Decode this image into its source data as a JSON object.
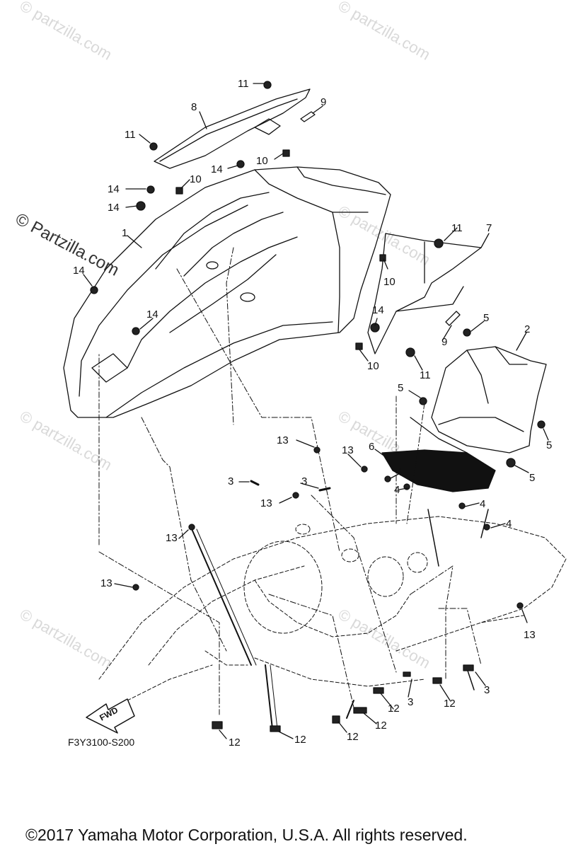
{
  "diagram": {
    "figure_code": "F3Y3100-S200",
    "copyright": "©2017  Yamaha Motor Corporation, U.S.A. All rights reserved.",
    "brand_mark": "© Partzilla.com",
    "watermark_text": "© partzilla.com",
    "fwd_label": "FWD",
    "callouts": [
      {
        "label": "11"
      },
      {
        "label": "9"
      },
      {
        "label": "8"
      },
      {
        "label": "11"
      },
      {
        "label": "10"
      },
      {
        "label": "14"
      },
      {
        "label": "10"
      },
      {
        "label": "14"
      },
      {
        "label": "14"
      },
      {
        "label": "1"
      },
      {
        "label": "11"
      },
      {
        "label": "7"
      },
      {
        "label": "10"
      },
      {
        "label": "14"
      },
      {
        "label": "14"
      },
      {
        "label": "14"
      },
      {
        "label": "5"
      },
      {
        "label": "2"
      },
      {
        "label": "9"
      },
      {
        "label": "10"
      },
      {
        "label": "11"
      },
      {
        "label": "5"
      },
      {
        "label": "5"
      },
      {
        "label": "13"
      },
      {
        "label": "13"
      },
      {
        "label": "6"
      },
      {
        "label": "4"
      },
      {
        "label": "4"
      },
      {
        "label": "5"
      },
      {
        "label": "3"
      },
      {
        "label": "3"
      },
      {
        "label": "13"
      },
      {
        "label": "4"
      },
      {
        "label": "4"
      },
      {
        "label": "13"
      },
      {
        "label": "13"
      },
      {
        "label": "13"
      },
      {
        "label": "3"
      },
      {
        "label": "12"
      },
      {
        "label": "3"
      },
      {
        "label": "12"
      },
      {
        "label": "12"
      },
      {
        "label": "12"
      },
      {
        "label": "12"
      },
      {
        "label": "12"
      }
    ]
  }
}
